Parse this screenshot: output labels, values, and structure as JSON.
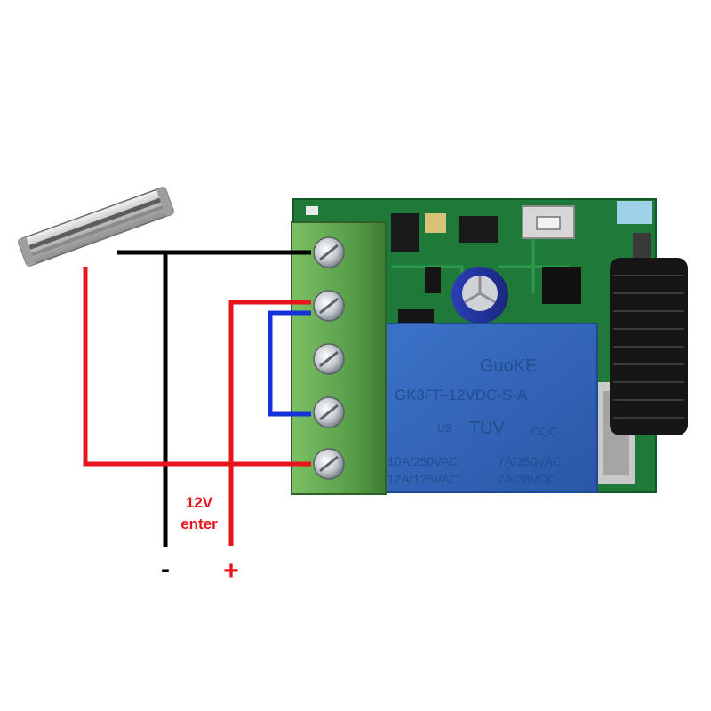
{
  "diagram": {
    "supply_label_line1": "12V",
    "supply_label_line2": "enter",
    "negative_symbol": "-",
    "positive_symbol": "+",
    "relay": {
      "brand": "GuoKE",
      "model": "GK3FF-12VDC-S-A",
      "cert_tuv": "TUV",
      "cert_cqc": "CQC",
      "cert_ul_mark": "US",
      "rating_1": "10A/250VAC",
      "rating_2": "12A/125VAC",
      "rating_3": "7A/250VAC",
      "rating_4": "7A/28VDC"
    },
    "colors": {
      "wire_black": "#000000",
      "wire_red": "#e8141b",
      "wire_blue": "#1432d8",
      "terminal_green": "#5aa04a",
      "pcb_green": "#1f7a3a",
      "relay_blue": "#2f62b8",
      "antenna_black": "#161616"
    }
  }
}
